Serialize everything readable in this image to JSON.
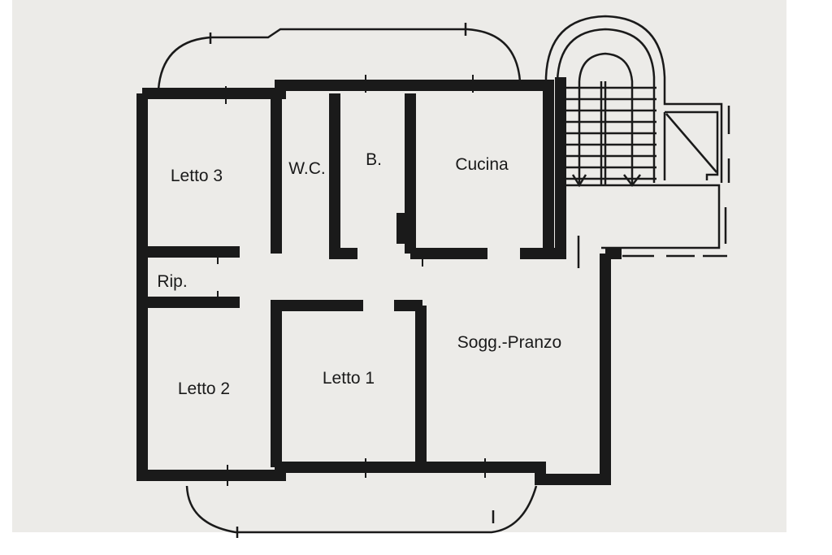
{
  "plan": {
    "rooms": {
      "letto3": "Letto 3",
      "wc": "W.C.",
      "bagno": "B.",
      "cucina": "Cucina",
      "ripostiglio": "Rip.",
      "soggiorno": "Sogg.-Pranzo",
      "letto1": "Letto 1",
      "letto2": "Letto 2"
    },
    "colors": {
      "wall": "#1a1a1a",
      "paper": "#ecebe8"
    }
  }
}
